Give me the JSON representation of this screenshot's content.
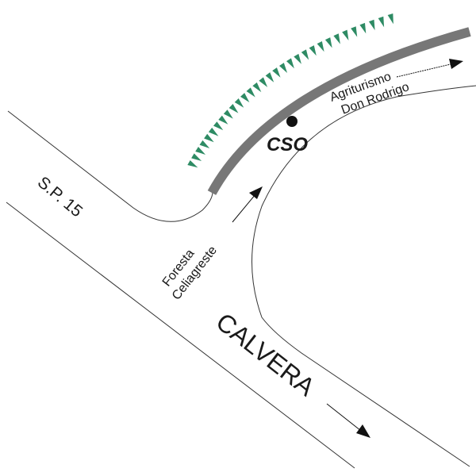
{
  "labels": {
    "road": "S.P. 15",
    "forest_line1": "Foresta",
    "forest_line2": "Celiagreste",
    "town": "CALVERA",
    "site": "CSO",
    "farm_line1": "Agriturismo",
    "farm_line2": "Don Rodrigo"
  },
  "colors": {
    "road_edge": "#333333",
    "barrier": "#777777",
    "vegetation": "#2e8b64",
    "text": "#1a1a1a"
  }
}
